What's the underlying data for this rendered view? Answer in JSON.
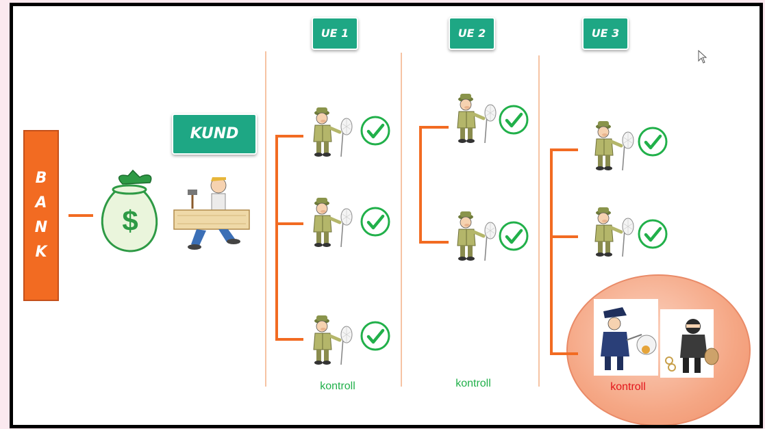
{
  "bank": {
    "label": "BANK"
  },
  "customer": {
    "label": "KUND"
  },
  "subcontractors": [
    {
      "label": "UE 1",
      "caption": "kontroll"
    },
    {
      "label": "UE 2",
      "caption": "kontroll"
    },
    {
      "label": "UE 3",
      "caption": "kontroll"
    }
  ],
  "money_bag": {
    "symbol": "$"
  },
  "colors": {
    "orange": "#f26b22",
    "green": "#1ea784",
    "check": "#21b04a",
    "alert": "#e3151b"
  }
}
